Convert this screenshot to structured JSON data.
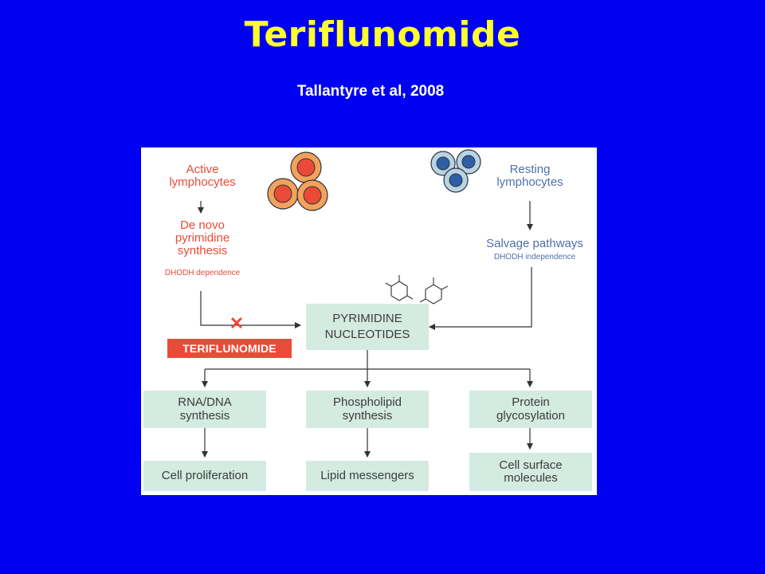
{
  "slide": {
    "title": "Teriflunomide",
    "citation": "Tallantyre et al, 2008"
  },
  "diagram": {
    "active_lymphocytes": [
      "Active",
      "lymphocytes"
    ],
    "de_novo": [
      "De novo",
      "pyrimidine",
      "synthesis"
    ],
    "dhodh_dependence": "DHODH dependence",
    "resting_lymphocytes": [
      "Resting",
      "lymphocytes"
    ],
    "salvage": "Salvage pathways",
    "dhodh_independence": "DHODH independence",
    "pyrimidine_nucleotides": [
      "PYRIMIDINE",
      "NUCLEOTIDES"
    ],
    "drug_label": "TERIFLUNOMIDE",
    "inhibit_mark": "✕",
    "rna_dna": [
      "RNA/DNA",
      "synthesis"
    ],
    "phospholipid": [
      "Phospholipid",
      "synthesis"
    ],
    "protein": [
      "Protein",
      "glycosylation"
    ],
    "cell_proliferation": "Cell proliferation",
    "lipid_messengers": "Lipid messengers",
    "cell_surface": [
      "Cell surface",
      "molecules"
    ]
  },
  "colors": {
    "background": "#0000f2",
    "title": "#ffff2e",
    "active_text": "#ea4b38",
    "resting_text": "#4f6fab",
    "box_fill": "#d4ebe1",
    "drug_fill": "#ea4b38"
  }
}
